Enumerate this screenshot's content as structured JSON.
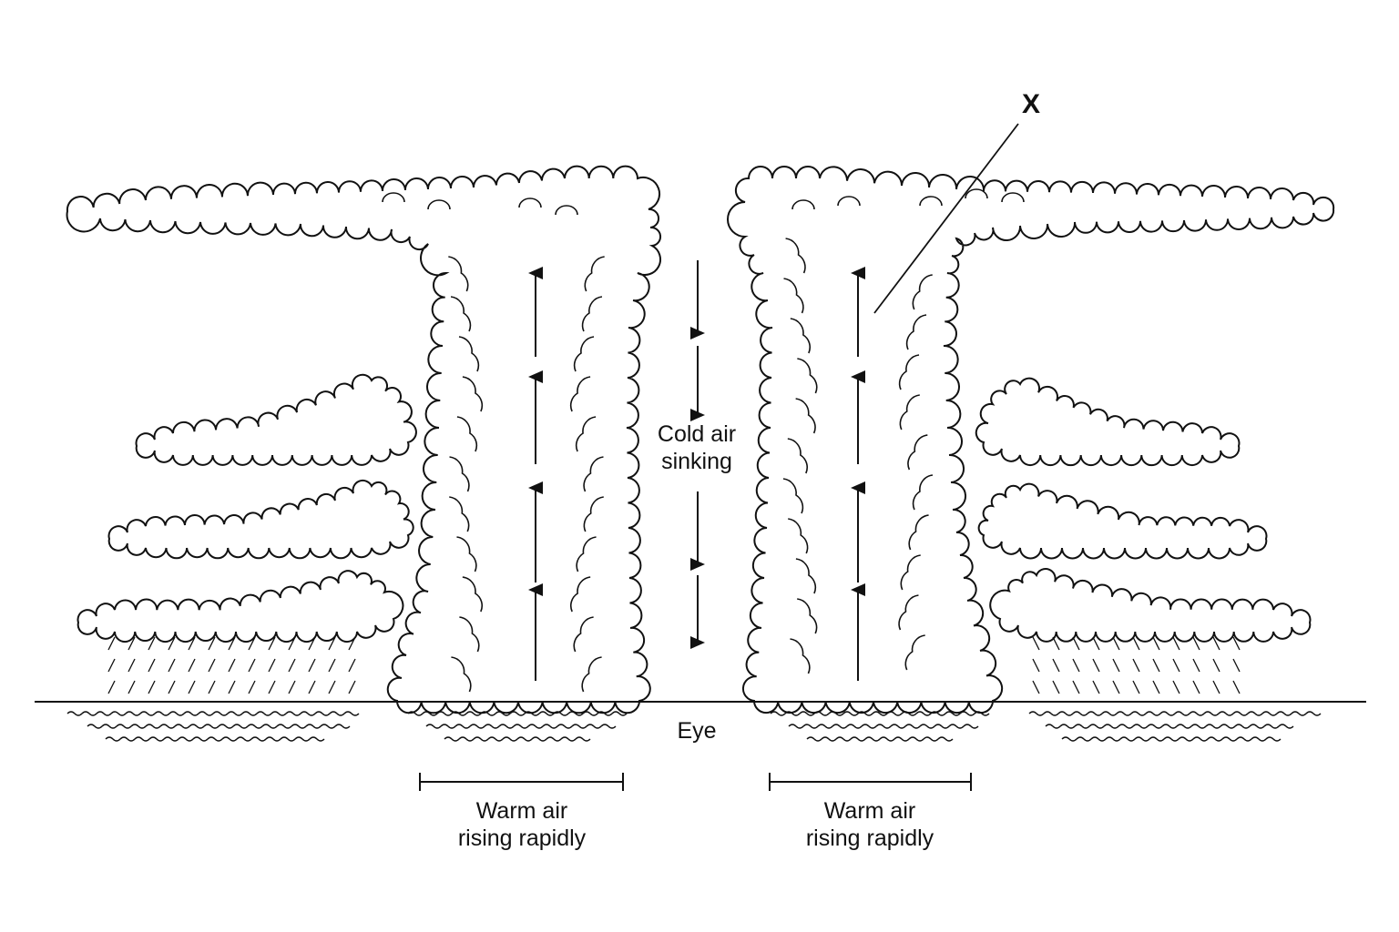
{
  "diagram": {
    "labels": {
      "cold_air": "Cold air\nsinking",
      "eye": "Eye",
      "warm_left": "Warm air\nrising rapidly",
      "warm_right": "Warm air\nrising rapidly",
      "marker": "X"
    },
    "colors": {
      "ink": "#111111",
      "cloud_fill": "#ffffff",
      "background": "#ffffff"
    }
  }
}
